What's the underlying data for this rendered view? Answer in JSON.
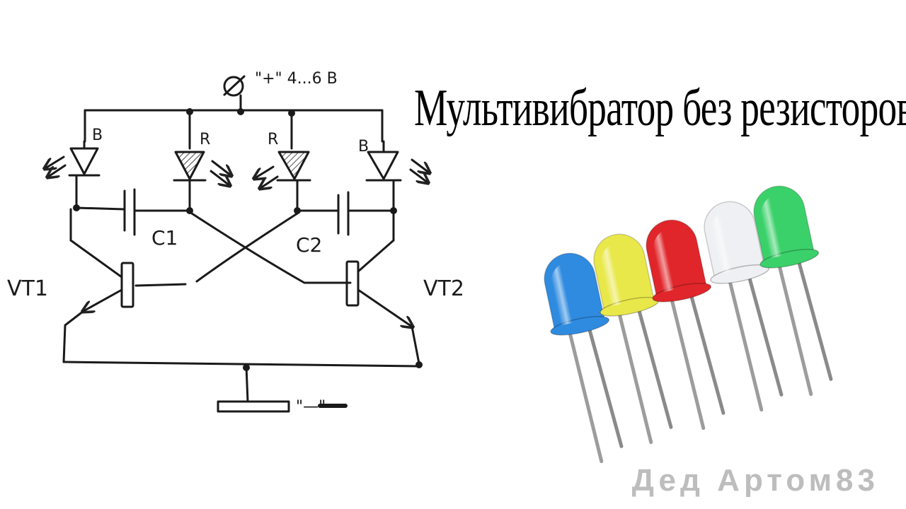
{
  "title": "Мультивибратор без резисторов",
  "title_mark": "?",
  "watermark": "Дед Артом83",
  "schematic": {
    "supply_label": "\"+\" 4...6 B",
    "ground_label": "\"—\"",
    "components": {
      "led_outer_left": "B",
      "led_inner_left": "R",
      "led_inner_right": "R",
      "led_outer_right": "B",
      "capacitor_1": "C1",
      "capacitor_2": "C2",
      "transistor_1": "VT1",
      "transistor_2": "VT2"
    }
  },
  "led_photo": {
    "leds": [
      {
        "name": "blue-led",
        "color": "#2f8be0"
      },
      {
        "name": "yellow-led",
        "color": "#e9e84a"
      },
      {
        "name": "red-led",
        "color": "#e0262a"
      },
      {
        "name": "clear-led",
        "color": "#eef0f3"
      },
      {
        "name": "green-led",
        "color": "#3bd16a"
      }
    ]
  }
}
